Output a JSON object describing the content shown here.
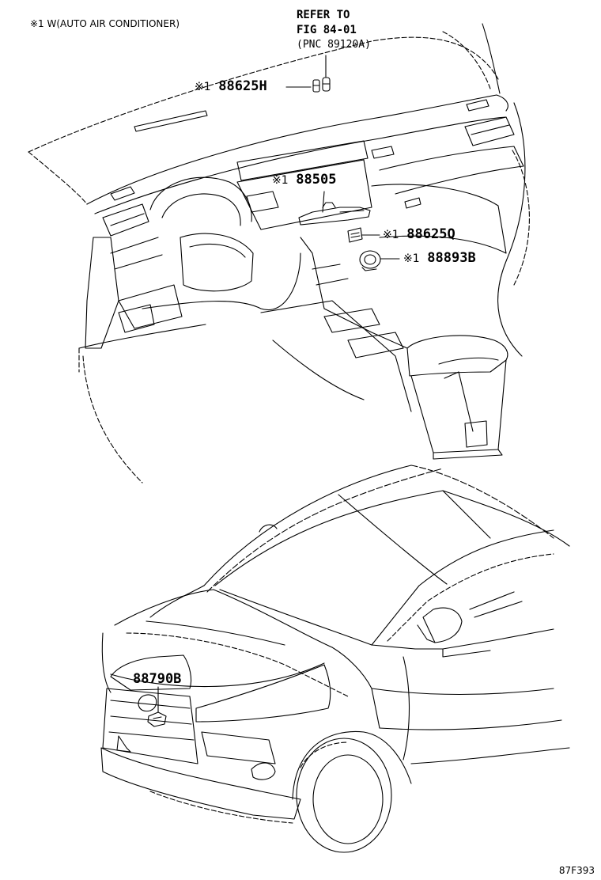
{
  "note": "※1 W(AUTO AIR CONDITIONER)",
  "refer": {
    "line1": "REFER TO",
    "line2": "FIG 84-01",
    "line3": "(PNC 89120A)"
  },
  "callouts": {
    "mark": "※1",
    "p88625H": "88625H",
    "p88505": "88505",
    "p88625Q": "88625Q",
    "p88893B": "88893B",
    "p88790B": "88790B"
  },
  "figure_code": "87F393"
}
